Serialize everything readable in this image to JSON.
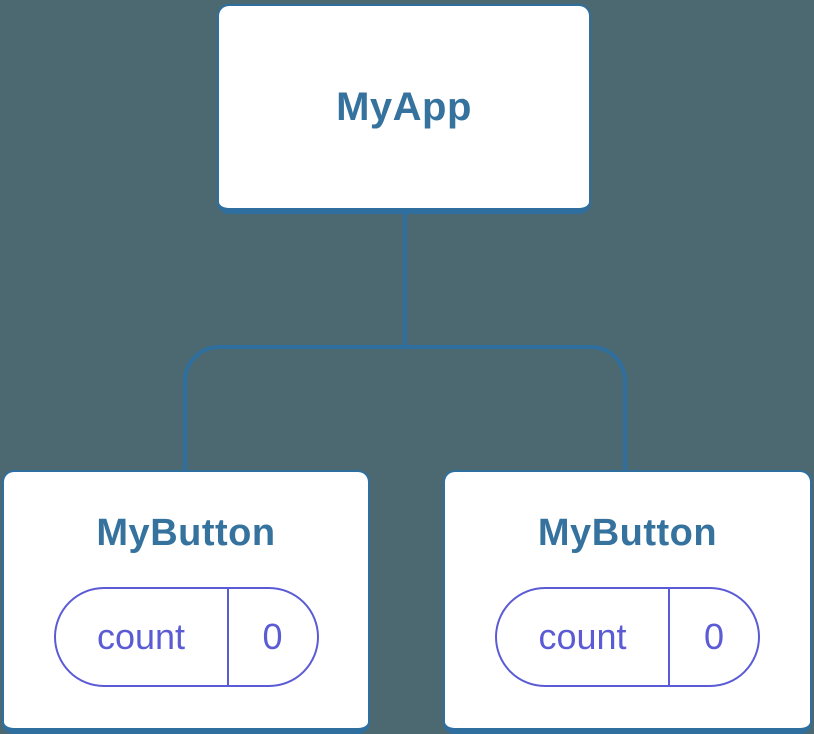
{
  "colors": {
    "bg": "#4C6871",
    "line": "#2F6F9F",
    "label": "#35739E",
    "purple": "#5B5BD6",
    "node-fill": "#FFFFFF"
  },
  "diagram": {
    "type": "component-tree",
    "root": {
      "label": "MyApp"
    },
    "children": [
      {
        "label": "MyButton",
        "state": {
          "name": "count",
          "value": "0"
        }
      },
      {
        "label": "MyButton",
        "state": {
          "name": "count",
          "value": "0"
        }
      }
    ]
  }
}
